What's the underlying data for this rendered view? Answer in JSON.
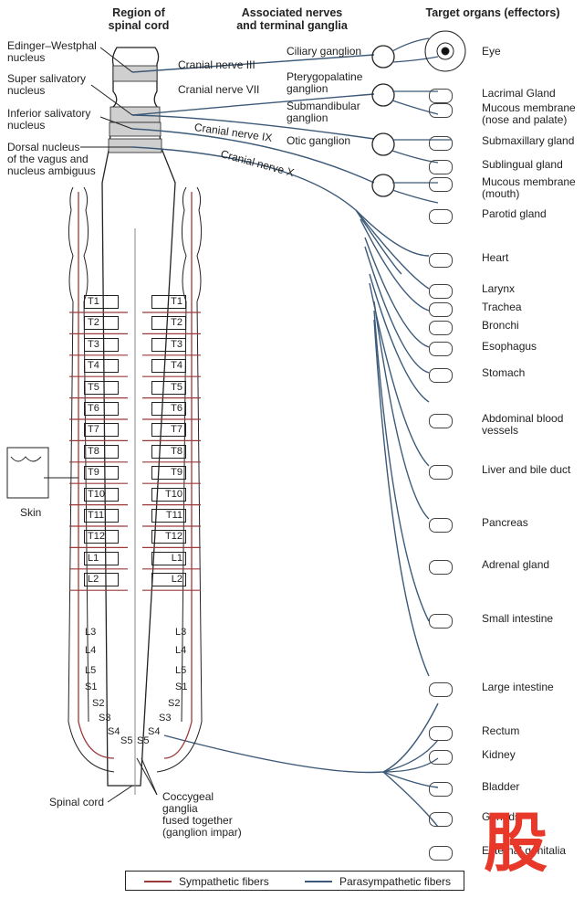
{
  "headers": {
    "region": "Region of\nspinal cord",
    "nerves": "Associated nerves\nand terminal ganglia",
    "targets": "Target organs (effectors)"
  },
  "nuclei": [
    {
      "label": "Edinger–Westphal\nnucleus"
    },
    {
      "label": "Super salivatory\nnucleus"
    },
    {
      "label": "Inferior salivatory\nnucleus"
    },
    {
      "label": "Dorsal nucleus\nof the vagus and\nnucleus ambiguus"
    }
  ],
  "cranial_nerves": [
    "Cranial nerve III",
    "Cranial nerve VII",
    "Cranial nerve IX",
    "Cranial nerve X"
  ],
  "ganglia": [
    {
      "label": "Ciliary ganglion"
    },
    {
      "label": "Pterygopalatine\nganglion"
    },
    {
      "label": "Submandibular\nganglion"
    },
    {
      "label": "Otic ganglion"
    }
  ],
  "organs": [
    "Eye",
    "Lacrimal Gland",
    "Mucous membrane\n(nose and palate)",
    "Submaxillary gland",
    "Sublingual gland",
    "Mucous membrane\n(mouth)",
    "Parotid gland",
    "Heart",
    "Larynx",
    "Trachea",
    "Bronchi",
    "Esophagus",
    "Stomach",
    "Abdominal blood\nvessels",
    "Liver and bile duct",
    "Pancreas",
    "Adrenal gland",
    "Small intestine",
    "Large intestine",
    "Rectum",
    "Kidney",
    "Bladder",
    "Gonads",
    "External genitalia"
  ],
  "segments": {
    "thoracic_lumbar_boxed": [
      "T1",
      "T2",
      "T3",
      "T4",
      "T5",
      "T6",
      "T7",
      "T8",
      "T9",
      "T10",
      "T11",
      "T12",
      "L1",
      "L2"
    ],
    "lower": [
      "L3",
      "L4",
      "L5",
      "S1",
      "S2",
      "S3",
      "S4",
      "S5"
    ]
  },
  "side_labels": {
    "skin": "Skin",
    "spinal_cord": "Spinal cord",
    "coccygeal": "Coccygeal\nganglia\nfused together\n(ganglion impar)"
  },
  "legend": {
    "sympathetic": "Sympathetic fibers",
    "parasympathetic": "Parasympathetic fibers"
  },
  "colors": {
    "sympathetic": "#9b3a3a",
    "parasympathetic": "#3c5a78",
    "nucleus_band": "#cfcfcf",
    "watermark": "#e8382a"
  },
  "watermark": "股"
}
